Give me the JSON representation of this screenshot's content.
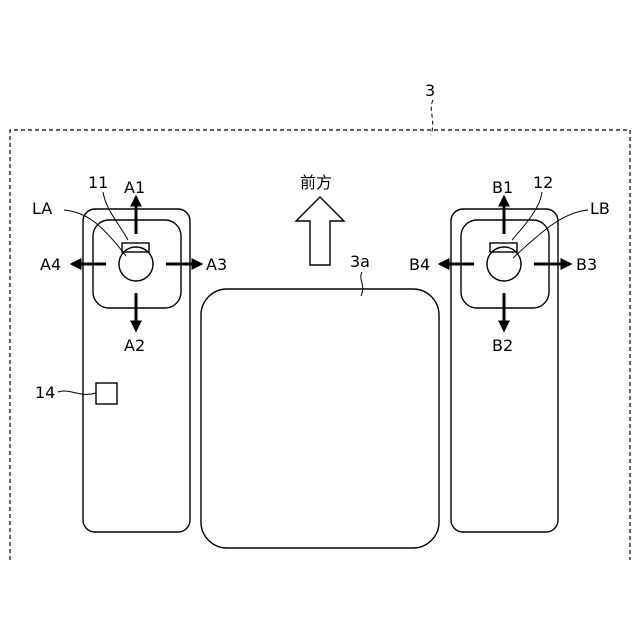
{
  "labels": {
    "device": "3",
    "front": "前方",
    "screen": "3a",
    "left_stick": "LA",
    "right_stick": "LB",
    "left_num": "11",
    "right_num": "12",
    "button_num": "14",
    "a1": "A1",
    "a2": "A2",
    "a3": "A3",
    "a4": "A4",
    "b1": "B1",
    "b2": "B2",
    "b3": "B3",
    "b4": "B4"
  }
}
